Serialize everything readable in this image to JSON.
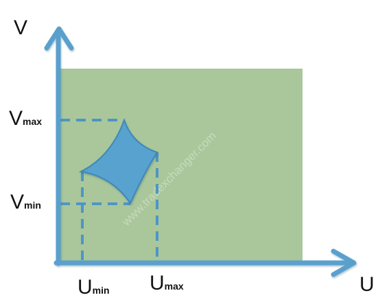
{
  "diagram": {
    "axes": {
      "x_label": "U",
      "y_label": "V"
    },
    "ticks": {
      "u_min": {
        "main": "U",
        "sub": "min"
      },
      "u_max": {
        "main": "U",
        "sub": "max"
      },
      "v_min": {
        "main": "V",
        "sub": "min"
      },
      "v_max": {
        "main": "V",
        "sub": "max"
      }
    },
    "watermark": "www.tradexchanger.com",
    "colors": {
      "region_fill": "#a9c79b",
      "arrow": "#5aa0cc",
      "patch_fill": "#58a2cf",
      "patch_stroke": "#3f88b8",
      "dashes": "#4f95c4"
    }
  }
}
